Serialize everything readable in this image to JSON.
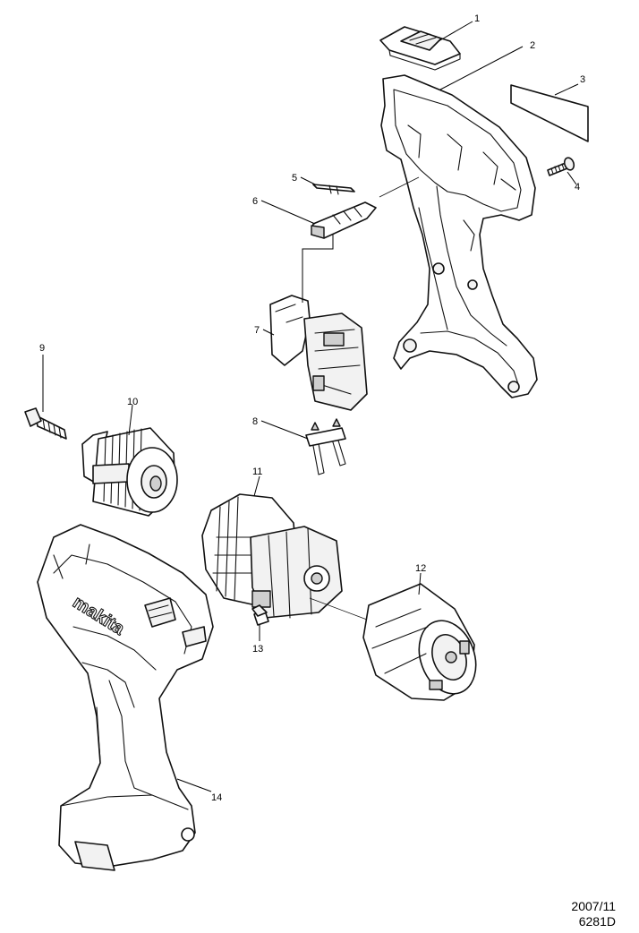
{
  "callouts": [
    {
      "id": "1",
      "label": "1"
    },
    {
      "id": "2",
      "label": "2"
    },
    {
      "id": "3",
      "label": "3"
    },
    {
      "id": "4",
      "label": "4"
    },
    {
      "id": "5",
      "label": "5"
    },
    {
      "id": "6",
      "label": "6"
    },
    {
      "id": "7",
      "label": "7"
    },
    {
      "id": "8",
      "label": "8"
    },
    {
      "id": "9",
      "label": "9"
    },
    {
      "id": "10",
      "label": "10"
    },
    {
      "id": "11",
      "label": "11"
    },
    {
      "id": "12",
      "label": "12"
    },
    {
      "id": "13",
      "label": "13"
    },
    {
      "id": "14",
      "label": "14"
    }
  ],
  "brand": "makita",
  "footer": {
    "date": "2007/11",
    "model": "6281D"
  }
}
